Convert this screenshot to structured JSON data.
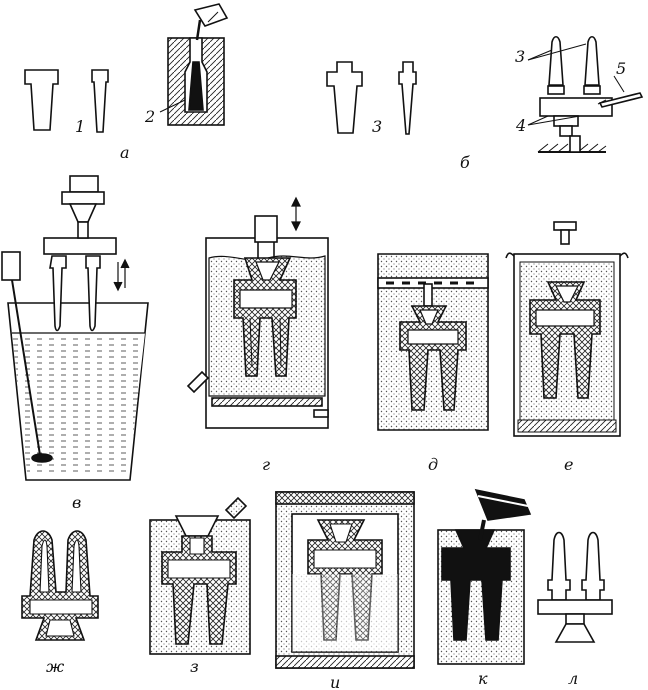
{
  "panel_labels": {
    "a": "а",
    "b": "б",
    "v": "в",
    "g": "г",
    "d": "д",
    "e": "е",
    "zh": "ж",
    "z": "з",
    "i": "и",
    "k": "к",
    "l": "л"
  },
  "callouts": {
    "n1": "1",
    "n2": "2",
    "n3": "3",
    "n3b": "3",
    "n4": "4",
    "n5": "5"
  }
}
